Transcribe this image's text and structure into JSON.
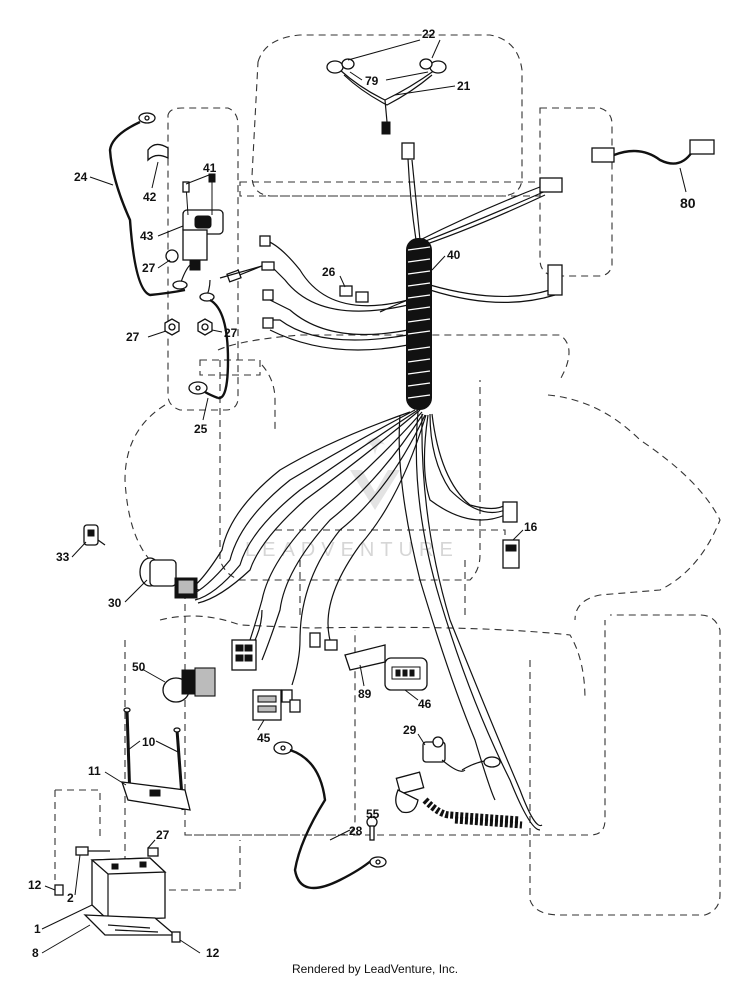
{
  "diagram": {
    "callouts": [
      {
        "id": "c22",
        "text": "22"
      },
      {
        "id": "c79",
        "text": "79"
      },
      {
        "id": "c21",
        "text": "21"
      },
      {
        "id": "c80",
        "text": "80"
      },
      {
        "id": "c24",
        "text": "24"
      },
      {
        "id": "c41",
        "text": "41"
      },
      {
        "id": "c42",
        "text": "42"
      },
      {
        "id": "c43",
        "text": "43"
      },
      {
        "id": "c27a",
        "text": "27"
      },
      {
        "id": "c27b",
        "text": "27"
      },
      {
        "id": "c27c",
        "text": "27"
      },
      {
        "id": "c40",
        "text": "40"
      },
      {
        "id": "c26",
        "text": "26"
      },
      {
        "id": "c25",
        "text": "25"
      },
      {
        "id": "c16",
        "text": "16"
      },
      {
        "id": "c33",
        "text": "33"
      },
      {
        "id": "c30",
        "text": "30"
      },
      {
        "id": "c50",
        "text": "50"
      },
      {
        "id": "c89",
        "text": "89"
      },
      {
        "id": "c46",
        "text": "46"
      },
      {
        "id": "c45",
        "text": "45"
      },
      {
        "id": "c10",
        "text": "10"
      },
      {
        "id": "c11",
        "text": "11"
      },
      {
        "id": "c29",
        "text": "29"
      },
      {
        "id": "c55",
        "text": "55"
      },
      {
        "id": "c28",
        "text": "28"
      },
      {
        "id": "c27d",
        "text": "27"
      },
      {
        "id": "c12a",
        "text": "12"
      },
      {
        "id": "c2",
        "text": "2"
      },
      {
        "id": "c1",
        "text": "1"
      },
      {
        "id": "c8",
        "text": "8"
      },
      {
        "id": "c12b",
        "text": "12"
      }
    ],
    "watermark": "LEADVENTURE",
    "footer": "Rendered by LeadVenture, Inc."
  }
}
